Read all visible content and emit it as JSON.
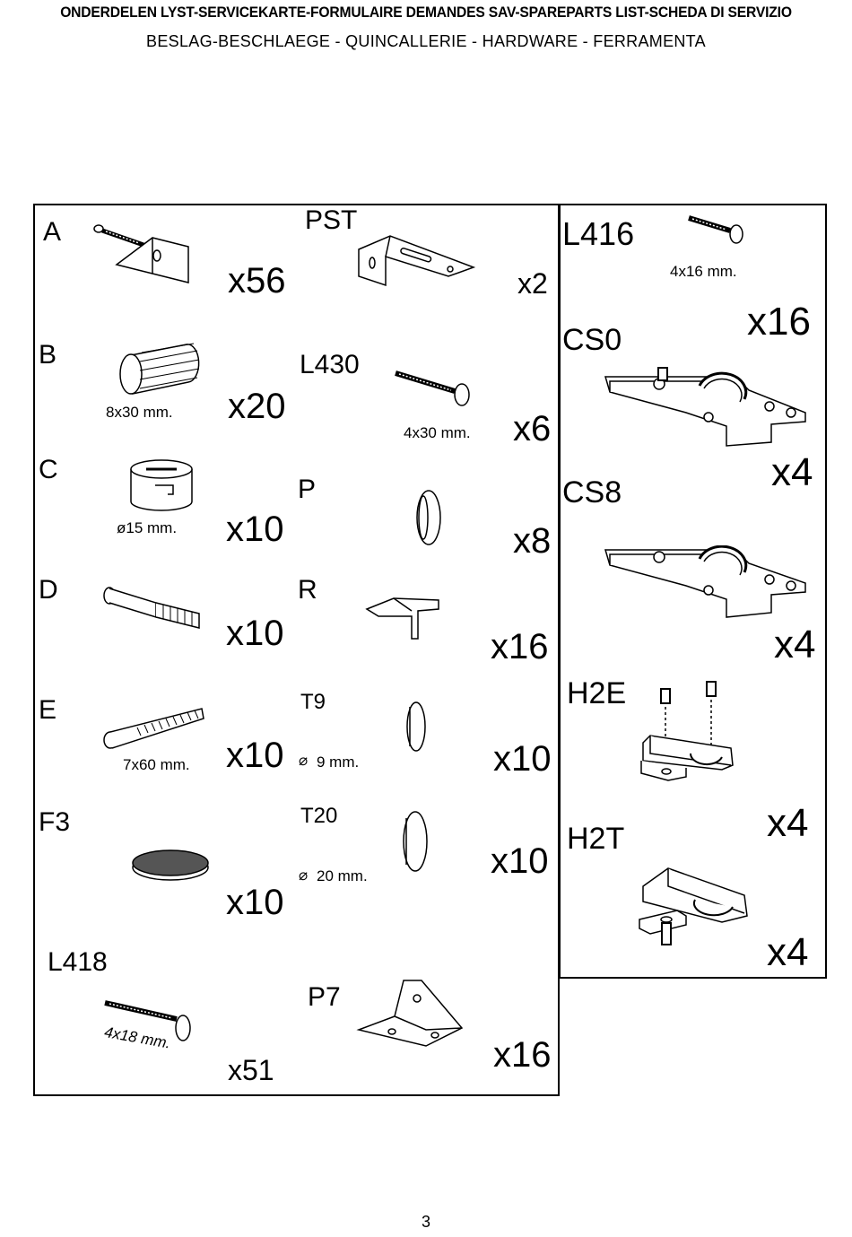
{
  "header": {
    "title": "ONDERDELEN LYST-SERVICEKARTE-FORMULAIRE DEMANDES SAV-SPAREPARTS LIST-SCHEDA DI SERVIZIO",
    "subtitle": "BESLAG-BESCHLAEGE - QUINCALLERIE - HARDWARE - FERRAMENTA"
  },
  "parts": {
    "A": {
      "code": "A",
      "qty": "x56"
    },
    "B": {
      "code": "B",
      "qty": "x20",
      "size": "8x30 mm."
    },
    "C": {
      "code": "C",
      "qty": "x10",
      "size": "ø15 mm."
    },
    "D": {
      "code": "D",
      "qty": "x10"
    },
    "E": {
      "code": "E",
      "qty": "x10",
      "size": "7x60 mm."
    },
    "F3": {
      "code": "F3",
      "qty": "x10"
    },
    "L418": {
      "code": "L418",
      "qty": "x51",
      "size": "4x18 mm."
    },
    "PST": {
      "code": "PST",
      "qty": "x2"
    },
    "L430": {
      "code": "L430",
      "qty": "x6",
      "size": "4x30 mm."
    },
    "P": {
      "code": "P",
      "qty": "x8"
    },
    "R": {
      "code": "R",
      "qty": "x16"
    },
    "T9": {
      "code": "T9",
      "qty": "x10",
      "size": "9 mm."
    },
    "T20": {
      "code": "T20",
      "qty": "x10",
      "size": "20 mm."
    },
    "P7": {
      "code": "P7",
      "qty": "x16"
    },
    "L416": {
      "code": "L416",
      "qty": "x16",
      "size": "4x16 mm."
    },
    "CS0": {
      "code": "CS0",
      "qty": "x4"
    },
    "CS8": {
      "code": "CS8",
      "qty": "x4"
    },
    "H2E": {
      "code": "H2E",
      "qty": "x4"
    },
    "H2T": {
      "code": "H2T",
      "qty": "x4"
    }
  },
  "page_number": "3"
}
